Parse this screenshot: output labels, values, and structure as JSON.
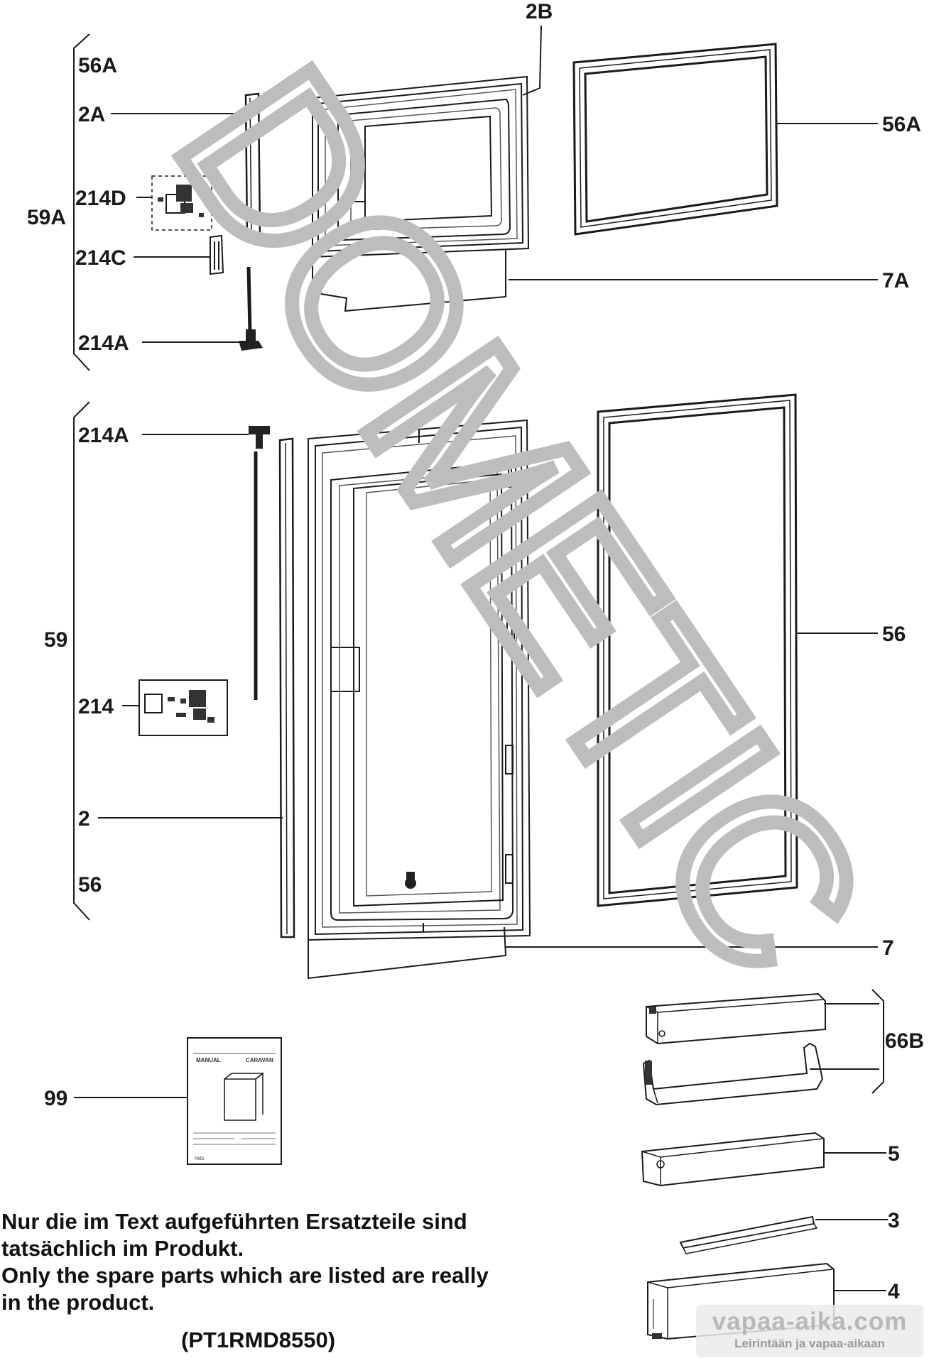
{
  "labels": {
    "l_56A_left": "56A",
    "l_2A": "2A",
    "l_214D": "214D",
    "l_59A": "59A",
    "l_214C": "214C",
    "l_214A_top": "214A",
    "l_2B": "2B",
    "l_56A_right": "56A",
    "l_7A": "7A",
    "l_214A_mid": "214A",
    "l_59": "59",
    "l_214": "214",
    "l_2": "2",
    "l_56_left": "56",
    "l_56_right": "56",
    "l_7": "7",
    "l_66B": "66B",
    "l_99": "99",
    "l_5": "5",
    "l_3": "3",
    "l_4": "4"
  },
  "watermark": "DOMETIC",
  "manual": {
    "header_left": "MANUAL",
    "header_right": "CARAVAN",
    "model": "RMD"
  },
  "notes": {
    "line1": "Nur die im Text aufgeführten Ersatzteile sind",
    "line2": "tatsächlich im Produkt.",
    "line3": "Only the spare parts which are listed are really",
    "line4": "in the product."
  },
  "part_code": "(PT1RMD8550)",
  "site_watermark": {
    "domain": "vapaa-aika.com",
    "tagline": "Leirintään ja vapaa-aikaan"
  },
  "colors": {
    "line": "#1a1a1a",
    "watermark": "#bdbdbd"
  }
}
